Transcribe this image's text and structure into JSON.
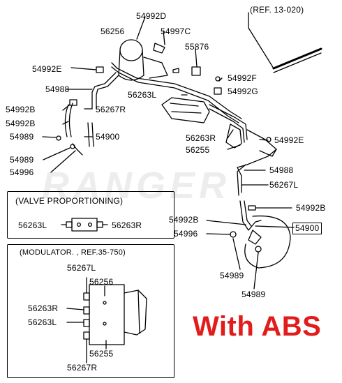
{
  "diagram": {
    "ref_top": "(REF. 13-020)",
    "ref_modulator": "(MODULATOR. , REF.35-750)",
    "valve_title": "(VALVE PROPORTIONING)",
    "watermark": "RANGER",
    "caption": "With ABS",
    "caption_color": "#e21b1b",
    "labels": {
      "p54992D": "54992D",
      "p56256": "56256",
      "p54997C": "54997C",
      "p55876": "55876",
      "p54992E_a": "54992E",
      "p54988_a": "54988",
      "p54992F": "54992F",
      "p56263L_a": "56263L",
      "p54992G": "54992G",
      "p54992B_a": "54992B",
      "p56267R_a": "56267R",
      "p54992B_b": "54992B",
      "p54989_a": "54989",
      "p54900_a": "54900",
      "p56263R_a": "56263R",
      "p54992E_b": "54992E",
      "p56255_a": "56255",
      "p54989_b": "54989",
      "p54996_a": "54996",
      "p54988_b": "54988",
      "p56267L_a": "56267L",
      "v56263L": "56263L",
      "v56263R": "56263R",
      "p54992B_c": "54992B",
      "p54992B_d": "54992B",
      "p54900_b": "54900",
      "p54996_b": "54996",
      "p54989_c": "54989",
      "p54989_d": "54989",
      "m56267L": "56267L",
      "m56256": "56256",
      "m56263R": "56263R",
      "m56263L": "56263L",
      "m56255": "56255",
      "m56267R": "56267R"
    }
  }
}
